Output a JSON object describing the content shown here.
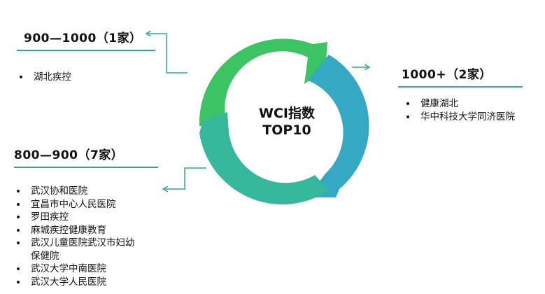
{
  "center": {
    "line1": "WCI指数",
    "line2": "TOP10"
  },
  "groups": {
    "g900": {
      "heading": "900—1000（1家）",
      "items": [
        "湖北疾控"
      ]
    },
    "g1000": {
      "heading": "1000+（2家）",
      "items": [
        "健康湖北",
        "华中科技大学同济医院"
      ]
    },
    "g800": {
      "heading": "800—900（7家）",
      "items": [
        "武汉协和医院",
        "宜昌市中心人民医院",
        "罗田疾控",
        "麻城疾控健康教育",
        "武汉儿童医院武汉市妇幼",
        "保健院",
        "武汉大学中南医院",
        "武汉大学人民医院"
      ]
    }
  },
  "colors": {
    "green": "#3cc464",
    "blue": "#35a8c4",
    "teal": "#35b89c",
    "rule": "#2daa8c"
  }
}
